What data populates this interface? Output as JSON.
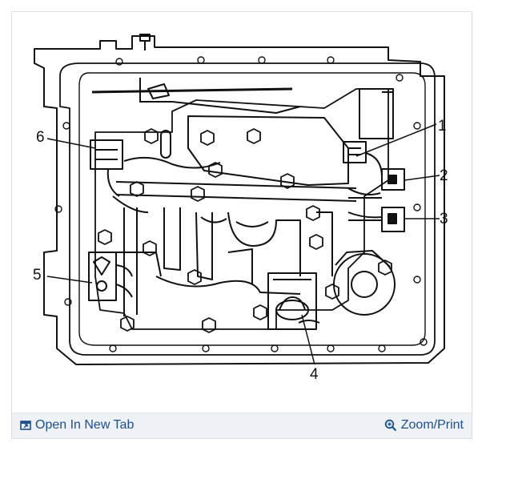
{
  "figure": {
    "callouts": [
      "1",
      "2",
      "3",
      "4",
      "5",
      "6"
    ]
  },
  "toolbar": {
    "open_label": "Open In New Tab",
    "zoom_label": "Zoom/Print"
  },
  "colors": {
    "link": "#1d4e8f",
    "toolbar_bg": "#eef2f7",
    "border": "#d9dee3"
  },
  "icons": {
    "open": "open-new-tab-icon",
    "zoom": "zoom-icon"
  }
}
